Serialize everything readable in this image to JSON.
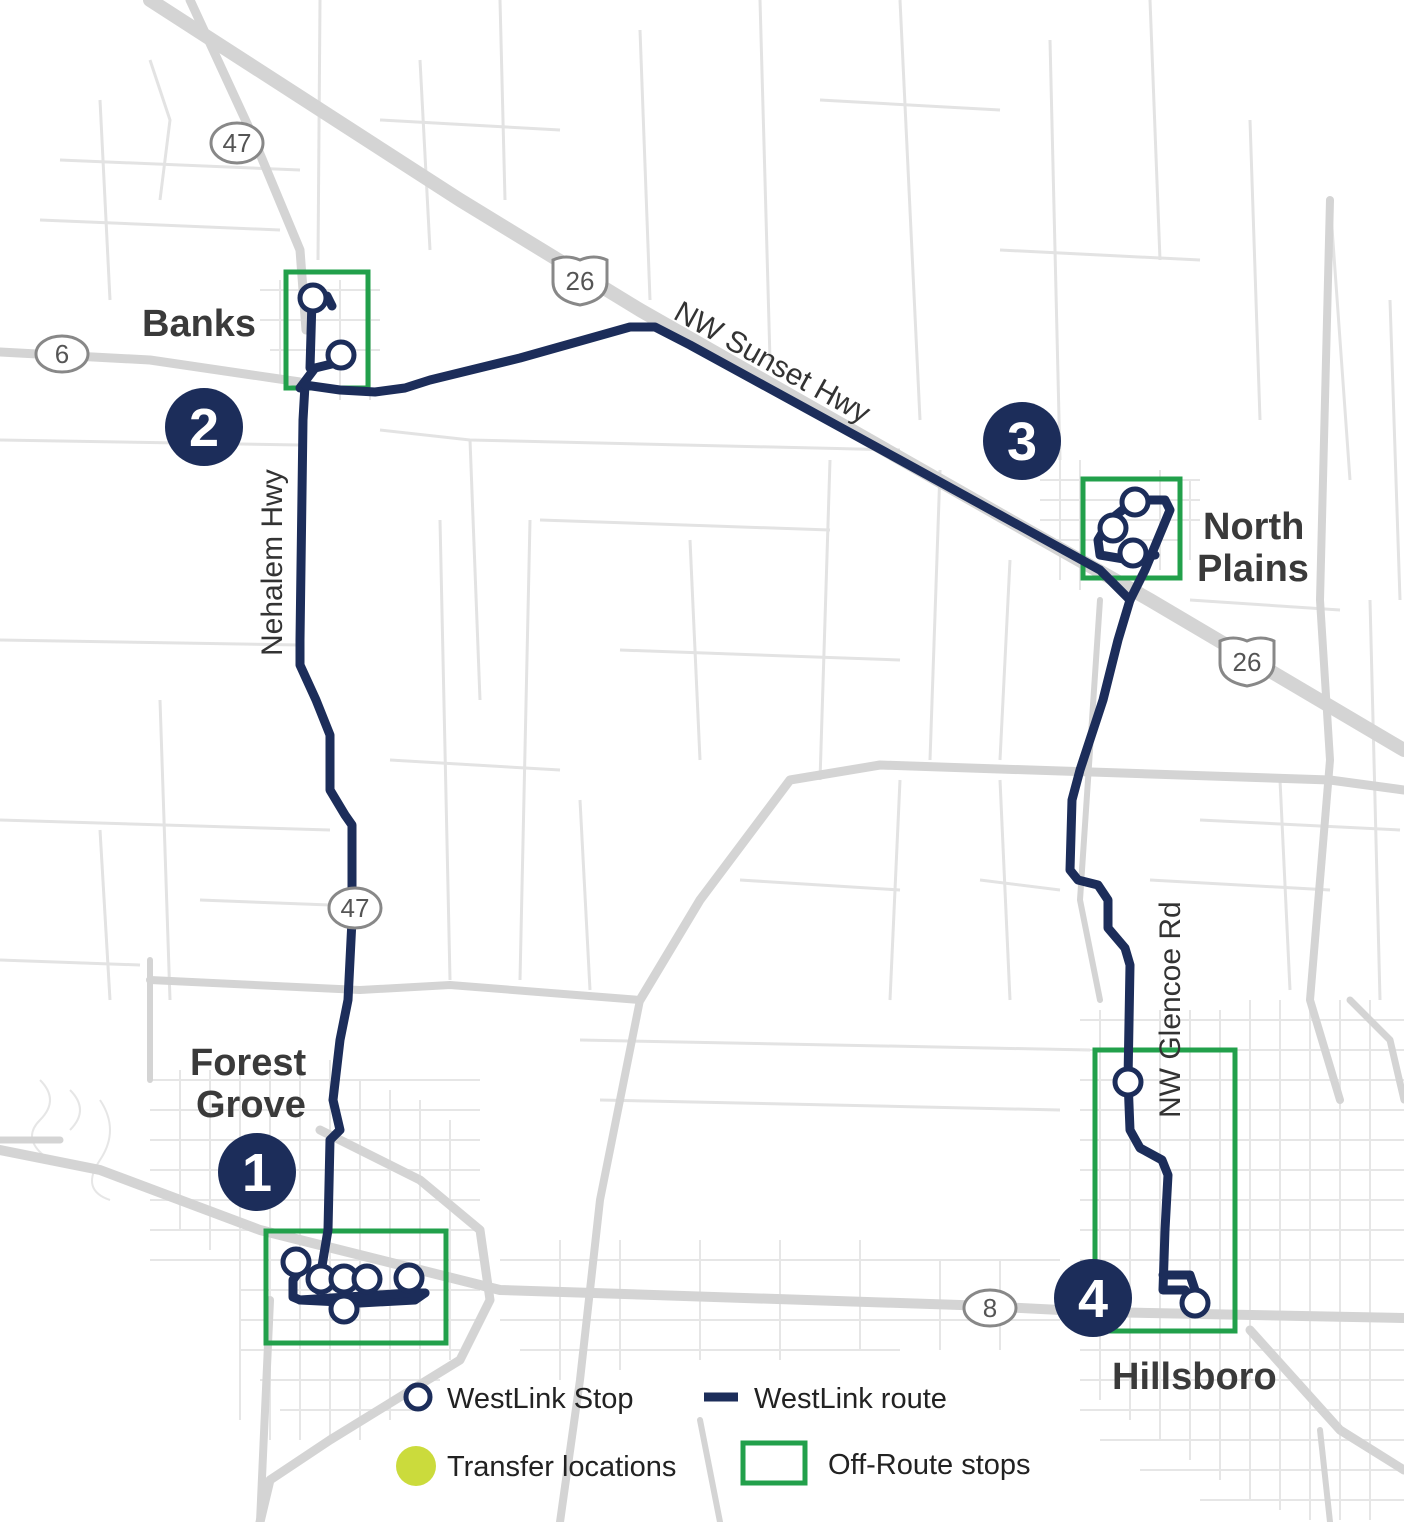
{
  "colors": {
    "route": "#1c2d5a",
    "offroute": "#22a04b",
    "transfer": "#cbdb3c",
    "road": "#d3d3d3",
    "minor_road": "#e2e2e2",
    "label": "#3a3a3a"
  },
  "places": {
    "banks": "Banks",
    "north_plains_1": "North",
    "north_plains_2": "Plains",
    "forest_grove_1": "Forest",
    "forest_grove_2": "Grove",
    "hillsboro": "Hillsboro"
  },
  "roads": {
    "sunset": "NW Sunset Hwy",
    "nehalem": "Nehalem Hwy",
    "glencoe": "NW Glencoe Rd"
  },
  "shields": {
    "hwy47_north": "47",
    "hwy47_south": "47",
    "hwy6": "6",
    "hwy8": "8",
    "us26_west": "26",
    "us26_east": "26"
  },
  "stops": {
    "s1": "1",
    "s2": "2",
    "s3": "3",
    "s4": "4"
  },
  "legend": {
    "stop": "WestLink Stop",
    "route": "WestLink route",
    "transfer": "Transfer locations",
    "offroute": "Off-Route stops"
  }
}
